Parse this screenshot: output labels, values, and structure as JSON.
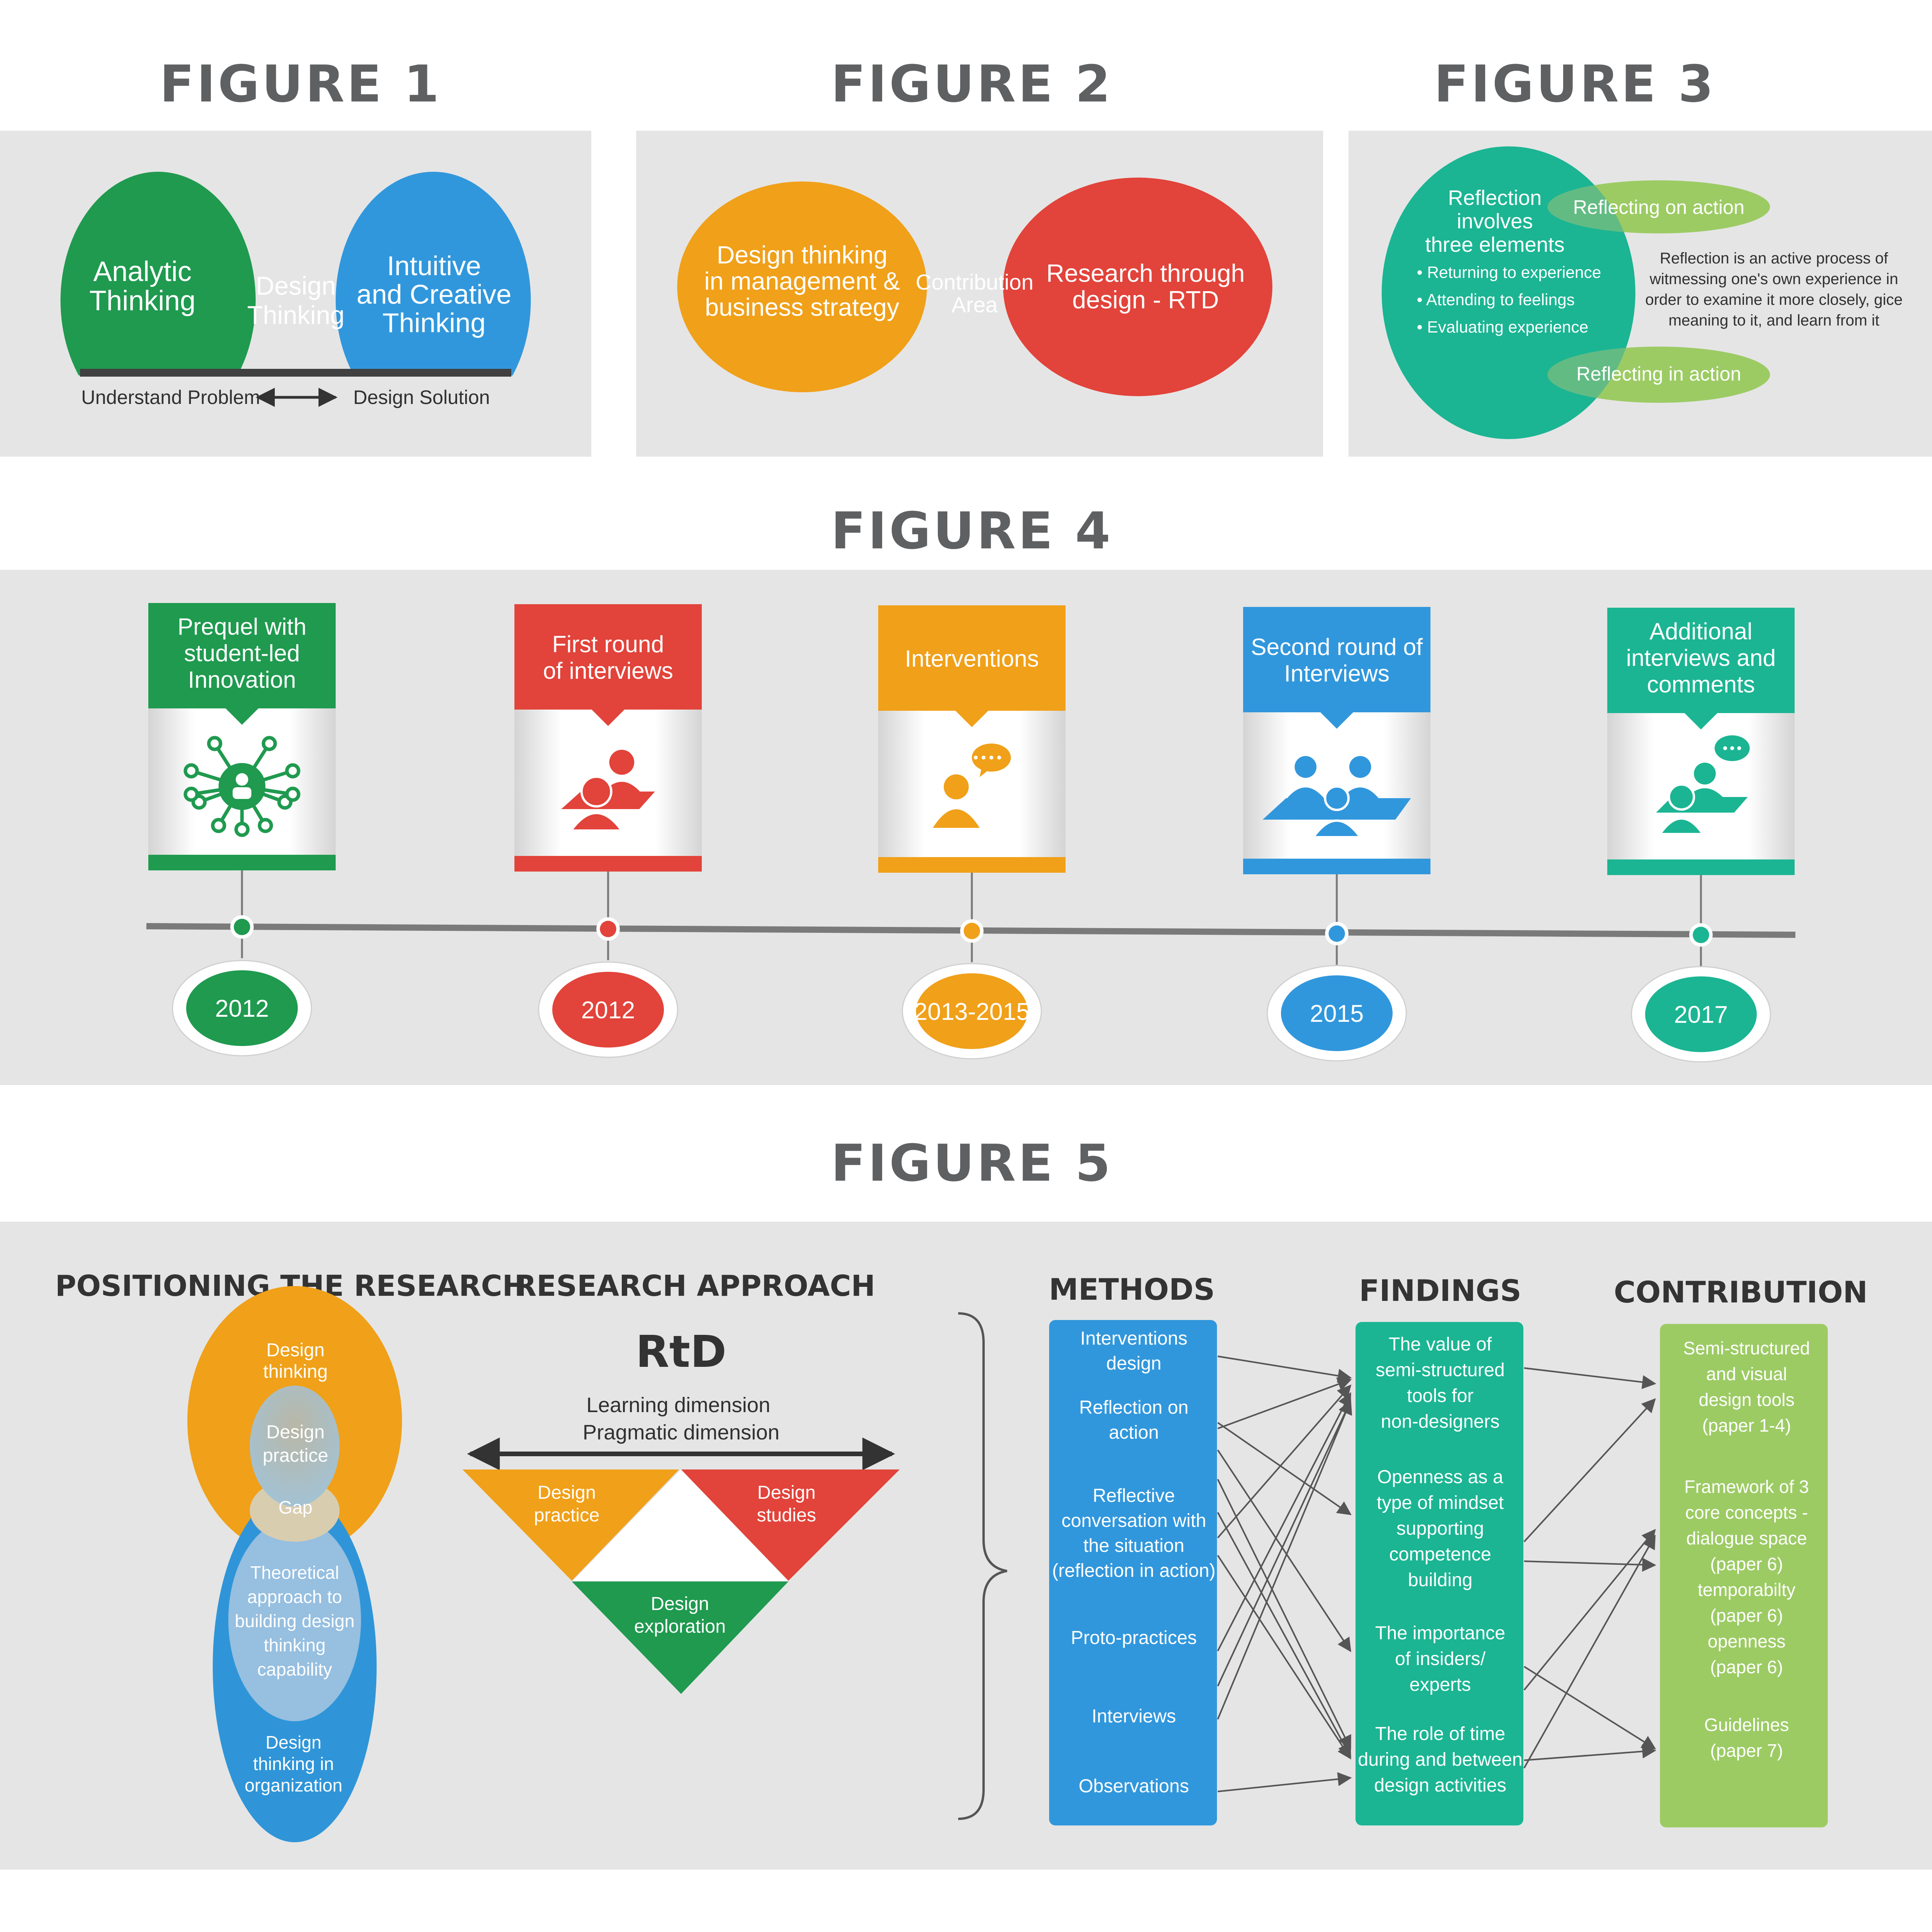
{
  "figure_titles": [
    "FIGURE 1",
    "FIGURE 2",
    "FIGURE 3",
    "FIGURE 4",
    "FIGURE 5"
  ],
  "fig1": {
    "left": [
      "Analytic",
      "Thinking"
    ],
    "center": [
      "Design",
      "Thinking"
    ],
    "right": [
      "Intuitive",
      "and Creative",
      "Thinking"
    ],
    "axis_left": "Understand Problem",
    "axis_right": "Design Solution",
    "colors": {
      "left": "#1f9a4f",
      "right": "#3197dc"
    }
  },
  "fig2": {
    "left": [
      "Design thinking",
      "in management &",
      "business strategy"
    ],
    "center": [
      "Contribution",
      "Area"
    ],
    "right": [
      "Research through",
      "design - RTD"
    ],
    "colors": {
      "left": "#f0a019",
      "right": "#e2433a"
    }
  },
  "fig3": {
    "main": [
      "Reflection",
      "involves",
      "three elements"
    ],
    "bullets": [
      "• Returning to experience",
      "• Attending to feelings",
      "• Evaluating experience"
    ],
    "on_action": "Reflecting on action",
    "in_action": "Reflecting in action",
    "description": [
      "Reflection is an active process of",
      "witmessing one's own experience in",
      "order to examine it more closely, gice",
      "meaning to it, and learn from it"
    ],
    "colors": {
      "main": "#1bb593",
      "secondary": "#9ccb64"
    }
  },
  "fig4": {
    "milestones": [
      {
        "title": [
          "Prequel with",
          "student-led",
          "Innovation"
        ],
        "year": "2012",
        "color": "#1f9a4f",
        "icon": "network-person-icon"
      },
      {
        "title": [
          "First round",
          "of interviews"
        ],
        "year": "2012",
        "color": "#e2433a",
        "icon": "interview-icon"
      },
      {
        "title": [
          "Interventions"
        ],
        "year": "2013-2015",
        "color": "#f0a019",
        "icon": "speaker-icon"
      },
      {
        "title": [
          "Second round of",
          "Interviews"
        ],
        "year": "2015",
        "color": "#3197dc",
        "icon": "group-meeting-icon"
      },
      {
        "title": [
          "Additional",
          "interviews and",
          "comments"
        ],
        "year": "2017",
        "color": "#1bb593",
        "icon": "chat-icon"
      }
    ]
  },
  "fig5": {
    "positioning": {
      "heading": "POSITIONING THE RESEARCH",
      "design_thinking": [
        "Design",
        "thinking"
      ],
      "design_practice": [
        "Design",
        "practice"
      ],
      "gap": "Gap",
      "theoretical": [
        "Theoretical",
        "approach to",
        "building design",
        "thinking",
        "capability"
      ],
      "organization": [
        "Design",
        "thinking in",
        "organization"
      ]
    },
    "approach": {
      "heading": "RESEARCH APPROACH",
      "rtd": "RtD",
      "dims": [
        "Learning dimension",
        "Pragmatic dimension"
      ],
      "practice": [
        "Design",
        "practice"
      ],
      "studies": [
        "Design",
        "studies"
      ],
      "exploration": [
        "Design",
        "exploration"
      ]
    },
    "methods": {
      "heading": "METHODS",
      "items": [
        [
          "Interventions",
          "design"
        ],
        [
          "Reflection on",
          "action"
        ],
        [
          "Reflective",
          "conversation with",
          "the situation",
          "(reflection in action)"
        ],
        [
          "Proto-practices"
        ],
        [
          "Interviews"
        ],
        [
          "Observations"
        ]
      ]
    },
    "findings": {
      "heading": "FINDINGS",
      "items": [
        [
          "The value of",
          "semi-structured",
          "tools for",
          "non-designers"
        ],
        [
          "Openness as a",
          "type of mindset",
          "supporting",
          "competence",
          "building"
        ],
        [
          "The importance",
          "of insiders/",
          "experts"
        ],
        [
          "The role of time",
          "during and between",
          "design activities"
        ]
      ]
    },
    "contribution": {
      "heading": "CONTRIBUTION",
      "items": [
        [
          "Semi-structured",
          "and visual",
          "design tools",
          "(paper 1-4)"
        ],
        [
          "Framework of 3",
          "core concepts -",
          "dialogue space",
          "(paper 6)",
          "temporabilty",
          "(paper 6)",
          "openness",
          "(paper 6)"
        ],
        [
          "Guidelines",
          "(paper 7)"
        ]
      ]
    },
    "colors": {
      "methods": "#3197dc",
      "findings": "#1bb593",
      "contribution": "#9ccb64"
    }
  }
}
